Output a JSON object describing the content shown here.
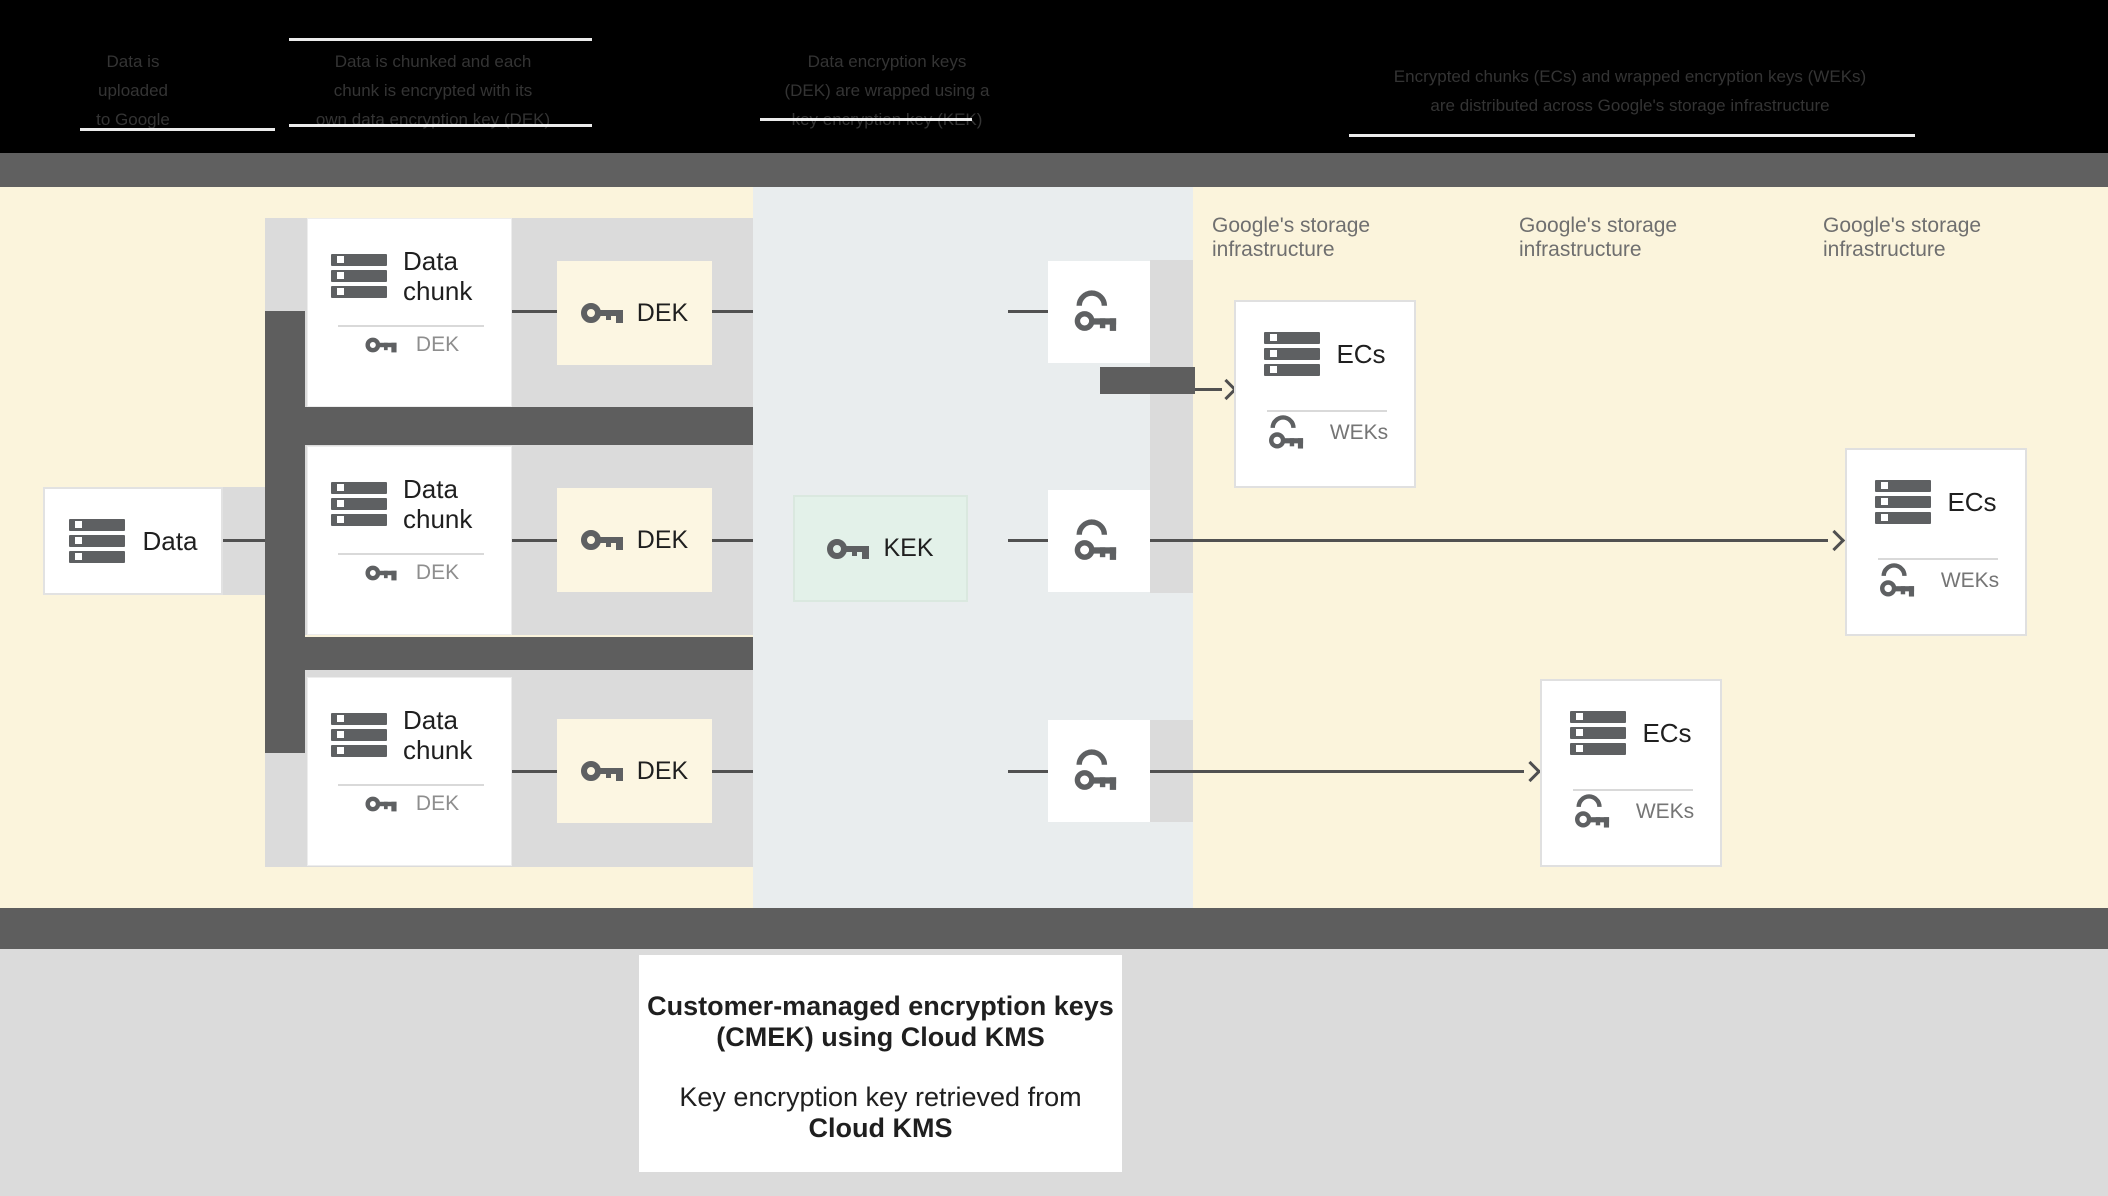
{
  "header": {
    "columns": [
      {
        "lines": [
          "Data is",
          "uploaded",
          "to Google"
        ]
      },
      {
        "lines": [
          "Data is chunked and each",
          "chunk is encrypted with its",
          "own data encryption key (DEK)"
        ]
      },
      {
        "lines": [
          "Data encryption keys",
          "(DEK) are wrapped using a",
          "key encryption key (KEK)"
        ]
      },
      {
        "lines": [
          "Encrypted chunks (ECs) and wrapped encryption keys (WEKs)",
          "are distributed across Google's storage infrastructure"
        ]
      }
    ]
  },
  "storage": {
    "line1": "Google's storage",
    "line2": "infrastructure"
  },
  "labels": {
    "data": "Data",
    "data_chunk": "Data chunk",
    "dek": "DEK",
    "kek": "KEK",
    "ecs": "ECs",
    "weks": "WEKs"
  },
  "caption": {
    "title1": "Customer-managed encryption keys",
    "title2": "(CMEK) using Cloud KMS",
    "body1": "Key encryption key retrieved from",
    "body2": "Cloud KMS"
  },
  "colors": {
    "customer_section": "#FBF4DC",
    "kms_section": "#E9EDEE",
    "kek_box": "#E3F1E9",
    "dek_box": "#FCF6E2",
    "dark_gray": "#5E5E5E",
    "light_gray_band": "#DBDBDB",
    "icon_gray": "#5E6062",
    "text_dark": "#1F1F1F",
    "text_gray": "#757575"
  }
}
